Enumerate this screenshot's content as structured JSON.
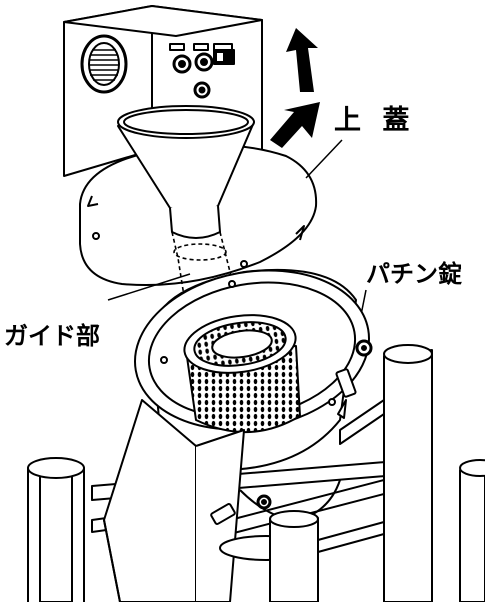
{
  "labels": {
    "lid": "上 蓋",
    "latch": "パチン錠",
    "guide": "ガイド部"
  },
  "colors": {
    "line": "#000000",
    "fill": "#ffffff",
    "dark": "#1a1a1a"
  }
}
